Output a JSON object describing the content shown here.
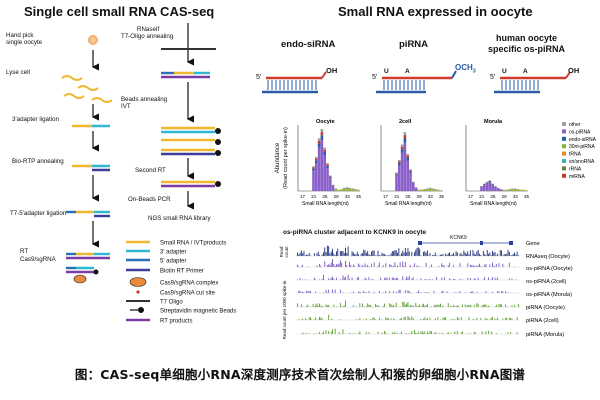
{
  "left_title": "Single cell small RNA CAS-seq",
  "right_title": "Small RNA expressed in oocyte",
  "workflow_left": {
    "step1": "Hand pick",
    "step1b": "single oocyte",
    "step2": "Lyse cell",
    "step3": "3'adapter ligation",
    "step4": "Bio-RTP annealing",
    "step5": "T7-5'adapter ligation",
    "step6": "RT",
    "step6b": "Cas9/sgRNA"
  },
  "workflow_right": {
    "step1": "RNaseIf",
    "step1b": "T7-Oligo annealing",
    "step2": "Beads annealing",
    "step2b": "IVT",
    "step3": "Second RT",
    "step4": "On-Beads PCR",
    "step5": "NGS small RNA library"
  },
  "legend_workflow": {
    "items": [
      {
        "label": "Small RNA / IVTproducts",
        "color": "#f0b731"
      },
      {
        "label": "3' adapter",
        "color": "#2fb7d4"
      },
      {
        "label": "5' adapter",
        "color": "#2b6fb7"
      },
      {
        "label": "Biotin RT Primer",
        "color": "#3b3f9c"
      },
      {
        "label": "Cas9/sgRNA complex",
        "color": "#e88a3a"
      },
      {
        "label": "Cas9/sgRNA cut site",
        "color": "#d23b2b"
      },
      {
        "label": "T7 Oligo",
        "color": "#333333"
      },
      {
        "label": "Streptavidin magnetic Beads",
        "color": "#111111"
      },
      {
        "label": "RT products",
        "color": "#7c3aa4"
      }
    ]
  },
  "rna_types": {
    "endo": "endo-siRNA",
    "pi": "piRNA",
    "human1": "human oocyte",
    "human2": "specific os-piRNA",
    "five": "5'",
    "oh": "OH",
    "och3": "OCH",
    "och3_sub": "3",
    "u": "U",
    "a": "A"
  },
  "charts": {
    "ylabel1": "Abundance",
    "ylabel2": "(Read count per spike-in)",
    "xlabel": "Small RNA length(nt)",
    "panels": [
      {
        "title": "Oocyte",
        "ticks": [
          "17",
          "21",
          "25",
          "29",
          "33",
          "35"
        ]
      },
      {
        "title": "2cell",
        "ticks": [
          "17",
          "21",
          "25",
          "29",
          "33",
          "35"
        ]
      },
      {
        "title": "Morula",
        "ticks": [
          "17",
          "21",
          "25",
          "29",
          "33",
          "35"
        ]
      }
    ],
    "legend": [
      {
        "label": "other",
        "color": "#9aa0a6"
      },
      {
        "label": "os-piRNA",
        "color": "#8a5fc9"
      },
      {
        "label": "endo-siRNA",
        "color": "#2c5da8"
      },
      {
        "label": "30nt-piRNA",
        "color": "#7fb539"
      },
      {
        "label": "tRNA",
        "color": "#e58a2b"
      },
      {
        "label": "sn/snoRNA",
        "color": "#3bb2a7"
      },
      {
        "label": "rRNA",
        "color": "#6a7d3a"
      },
      {
        "label": "miRNA",
        "color": "#c43a2a"
      }
    ]
  },
  "tracks": {
    "title": "os-piRNA cluster adjacent to KCNK9 in oocyte",
    "gene_name": "KCNK9",
    "ylabel_top1": "Read",
    "ylabel_top2": "count",
    "ylabel_bottom": "Read count per 1000 spike-in",
    "labels": [
      "Gene",
      "RNAseq (Oocyte)",
      "os-piRNA (Oocyte)",
      "os-piRNA (2cell)",
      "os-piRNA (Morula)",
      "piRNA (Oocyte)",
      "piRNA (2cell)",
      "piRNA (Morula)"
    ]
  },
  "caption": "图：CAS-seq单细胞小RNA深度测序技术首次绘制人和猴的卵细胞小RNA图谱"
}
